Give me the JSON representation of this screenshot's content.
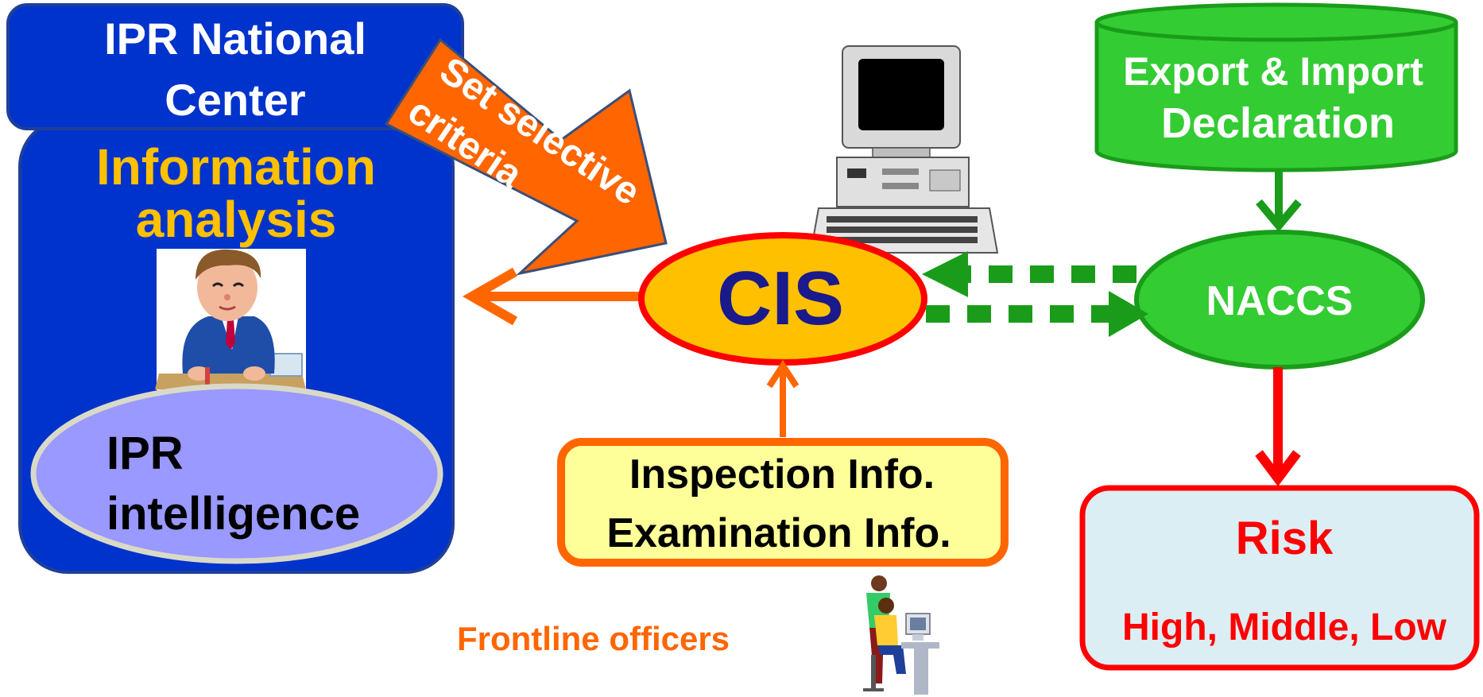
{
  "ipr_center": {
    "title_line1": "IPR National",
    "title_line2": "Center",
    "analysis_line1": "Information",
    "analysis_line2": "analysis",
    "intelligence_line1": "IPR",
    "intelligence_line2": "intelligence"
  },
  "criteria_arrow": {
    "line1": "Set selective",
    "line2": "criteria"
  },
  "cis": {
    "label": "CIS"
  },
  "declaration_db": {
    "line1": "Export & Import",
    "line2": "Declaration"
  },
  "naccs": {
    "label": "NACCS"
  },
  "inspection_box": {
    "line1": "Inspection Info.",
    "line2": "Examination Info."
  },
  "frontline": {
    "label": "Frontline officers"
  },
  "risk_box": {
    "title": "Risk",
    "levels": "High, Middle, Low"
  },
  "colors": {
    "ipr_blue": "#0033cc",
    "analysis_yellow": "#ffc000",
    "intelligence_purple": "#9999ff",
    "criteria_orange": "#ff6600",
    "cis_fill": "#ffc000",
    "cis_border": "#ff0000",
    "cis_text": "#1a1a8c",
    "naccs_green": "#33cc33",
    "inspection_fill": "#ffff99",
    "inspection_border": "#ff6600",
    "risk_fill": "#dbeef4",
    "risk_red": "#ff0000",
    "frontline_orange": "#ff6600"
  },
  "icons": [
    "desktop-computer-icon",
    "analyst-person-icon",
    "frontline-officers-icon"
  ]
}
